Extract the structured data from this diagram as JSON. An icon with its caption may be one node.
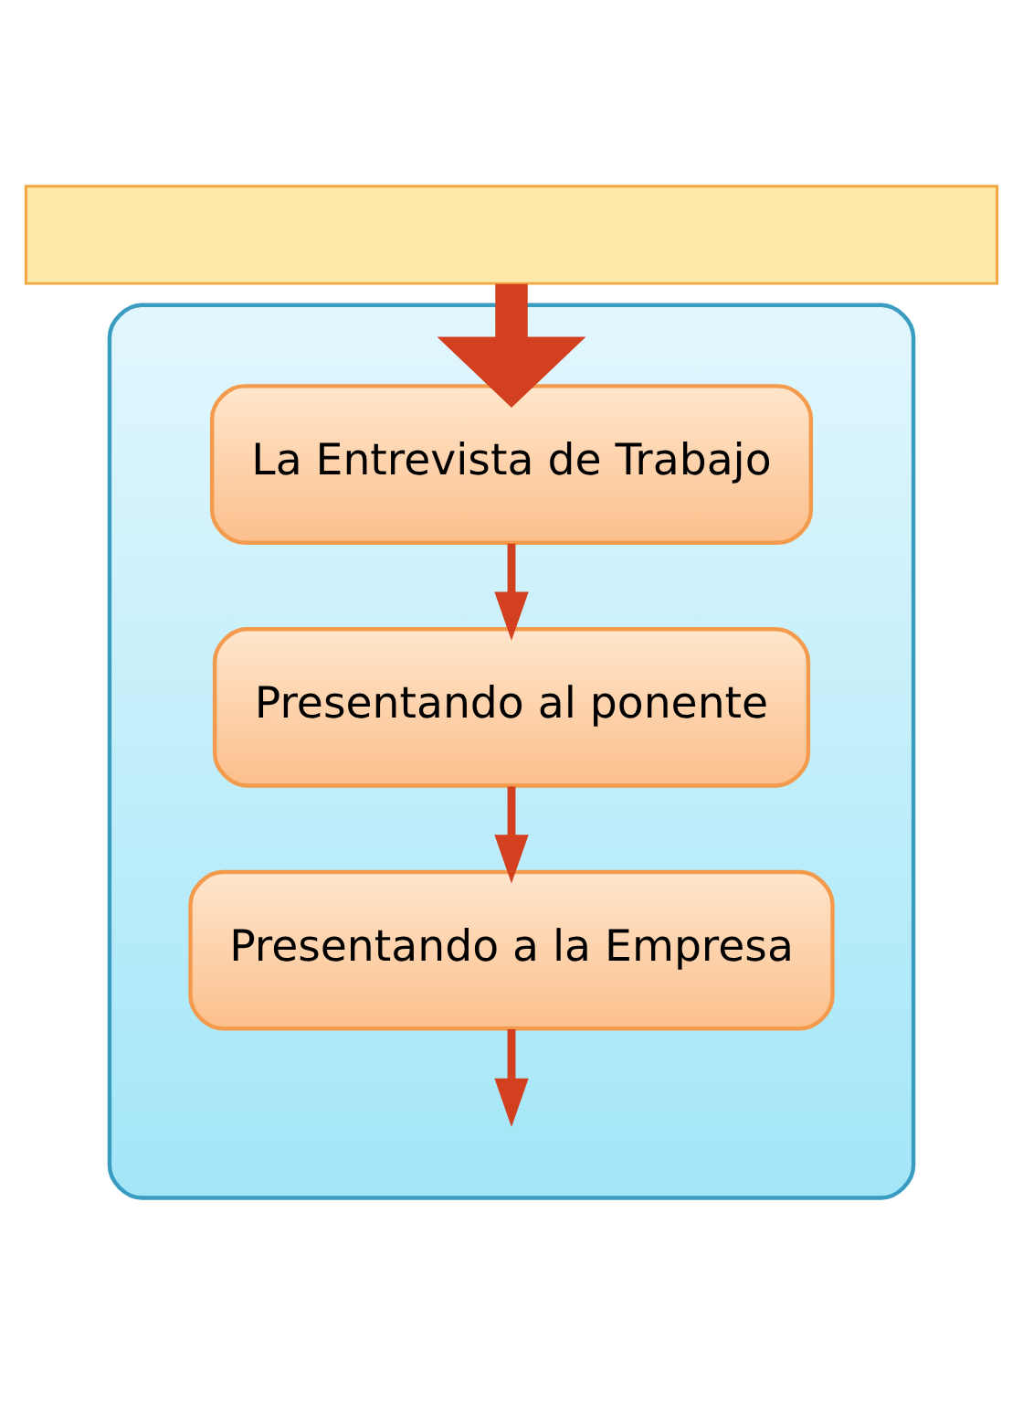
{
  "diagram": {
    "nodes": [
      {
        "text": [],
        "shape": "box"
      },
      {
        "text": [],
        "shape": "box"
      },
      {
        "text": [
          "La Entrevista de Trabajo"
        ],
        "in": 1
      },
      {
        "text": [
          "Presentando al ponente"
        ],
        "in": 1
      },
      {
        "text": [
          "Presentando a la Empresa"
        ],
        "in": 1
      }
    ],
    "edges": [
      {
        "from": 0,
        "to": 2,
        "arrow": "to",
        "style": "thick"
      },
      {
        "from": 2,
        "to": 3,
        "arrow": "to"
      },
      {
        "from": 3,
        "to": 4,
        "arrow": "to"
      },
      {
        "from": 4,
        "to": null,
        "arrow": "to"
      }
    ]
  }
}
